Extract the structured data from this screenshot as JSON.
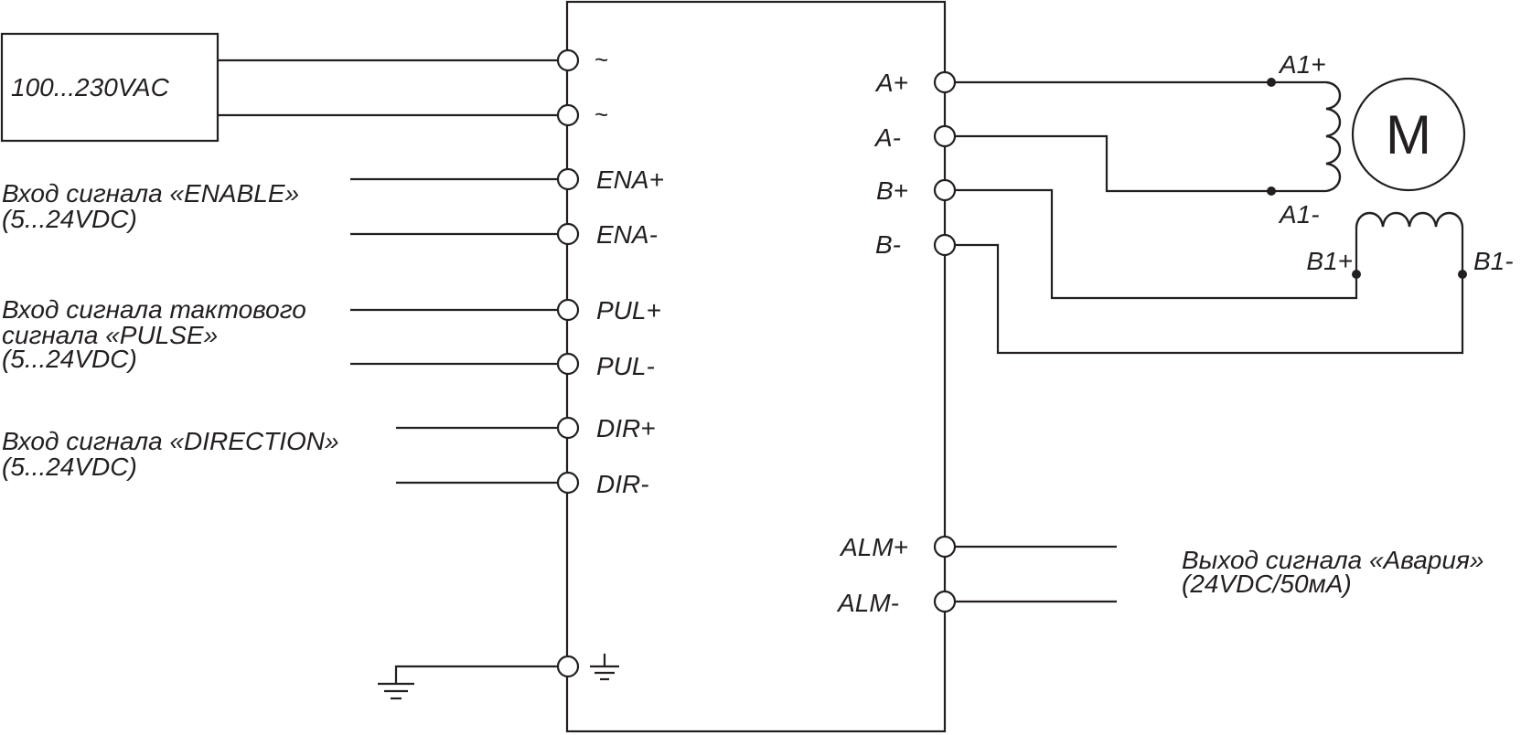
{
  "power_supply": {
    "label": "100...230VAC"
  },
  "driver": {
    "left_terminals": [
      {
        "id": "ac1",
        "label": "~"
      },
      {
        "id": "ac2",
        "label": "~"
      },
      {
        "id": "ena_plus",
        "label": "ENA+"
      },
      {
        "id": "ena_minus",
        "label": "ENA-"
      },
      {
        "id": "pul_plus",
        "label": "PUL+"
      },
      {
        "id": "pul_minus",
        "label": "PUL-"
      },
      {
        "id": "dir_plus",
        "label": "DIR+"
      },
      {
        "id": "dir_minus",
        "label": "DIR-"
      },
      {
        "id": "gnd",
        "label": ""
      }
    ],
    "right_terminals": [
      {
        "id": "a_plus",
        "label": "A+"
      },
      {
        "id": "a_minus",
        "label": "A-"
      },
      {
        "id": "b_plus",
        "label": "B+"
      },
      {
        "id": "b_minus",
        "label": "B-"
      },
      {
        "id": "alm_plus",
        "label": "ALM+"
      },
      {
        "id": "alm_minus",
        "label": "ALM-"
      }
    ]
  },
  "inputs": {
    "enable": {
      "line1": "Вход сигнала «ENABLE»",
      "line2": "(5...24VDC)"
    },
    "pulse": {
      "line1": "Вход сигнала тактового",
      "line2": "сигнала «PULSE»",
      "line3": "(5...24VDC)"
    },
    "direction": {
      "line1": "Вход сигнала «DIRECTION»",
      "line2": "(5...24VDC)"
    }
  },
  "output": {
    "alarm": {
      "line1": "Выход сигнала «Авария»",
      "line2": "(24VDC/50мА)"
    }
  },
  "motor": {
    "label": "M",
    "windings": [
      {
        "id": "a1_plus",
        "label": "A1+"
      },
      {
        "id": "a1_minus",
        "label": "A1-"
      },
      {
        "id": "b1_plus",
        "label": "B1+"
      },
      {
        "id": "b1_minus",
        "label": "B1-"
      }
    ]
  }
}
